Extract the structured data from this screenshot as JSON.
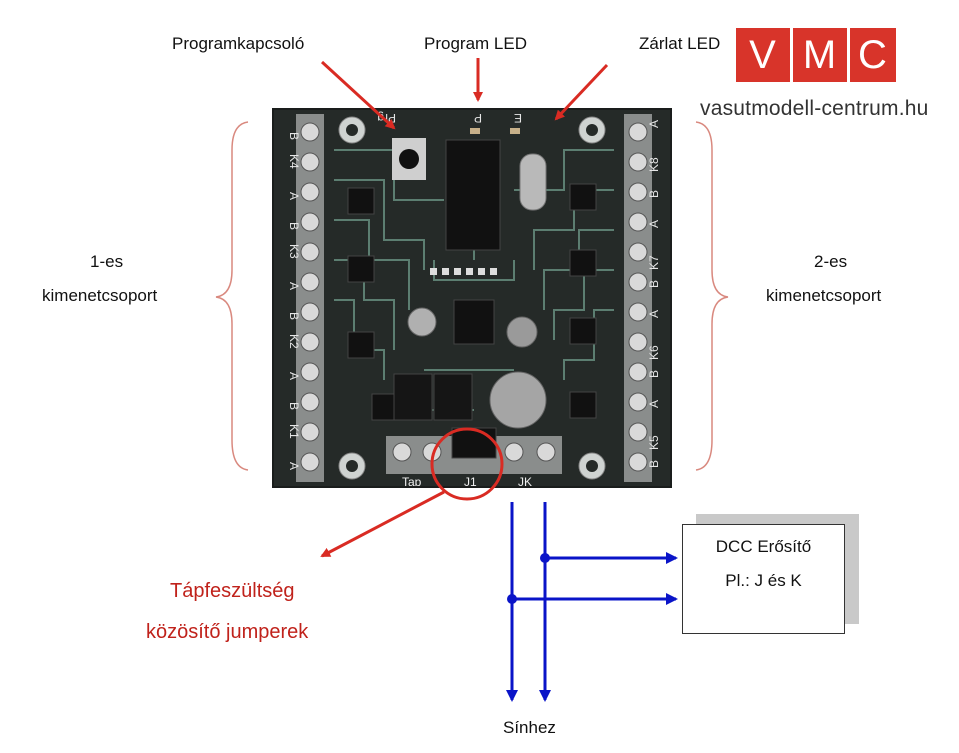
{
  "labels": {
    "program_switch": "Programkapcsoló",
    "program_led": "Program LED",
    "short_led": "Zárlat LED",
    "group1_line1": "1-es",
    "group1_line2": "kimenetcsoport",
    "group2_line1": "2-es",
    "group2_line2": "kimenetcsoport",
    "jumper_line1": "Tápfeszültség",
    "jumper_line2": "közösítő jumperek",
    "to_track": "Sínhez"
  },
  "logo": {
    "letters": [
      "V",
      "M",
      "C"
    ],
    "url": "vasutmodell-centrum.hu"
  },
  "dcc_box": {
    "title": "DCC Erősítő",
    "subtitle": "Pl.: J és K"
  },
  "board": {
    "top_labels": [
      "Prg",
      "P",
      "E"
    ],
    "bottom_labels": [
      "Tap",
      "J1",
      "JK"
    ],
    "left_terminal_labels": [
      "B",
      "K4",
      "A",
      "B",
      "K3",
      "A",
      "B",
      "K2",
      "A",
      "B",
      "K1",
      "A"
    ],
    "right_terminal_labels": [
      "A",
      "K8",
      "B",
      "A",
      "K7",
      "B",
      "A",
      "K6",
      "B",
      "A",
      "K5",
      "B"
    ]
  },
  "colors": {
    "annotation_red": "#d92b23",
    "wire_blue": "#0a14c8",
    "logo_red": "#d8342a",
    "pcb_dark": "#252a28",
    "terminal_grey": "#8a8d8c",
    "brace_red": "#d9897f"
  },
  "icons": {
    "vmc_logo": "vmc-logo"
  }
}
